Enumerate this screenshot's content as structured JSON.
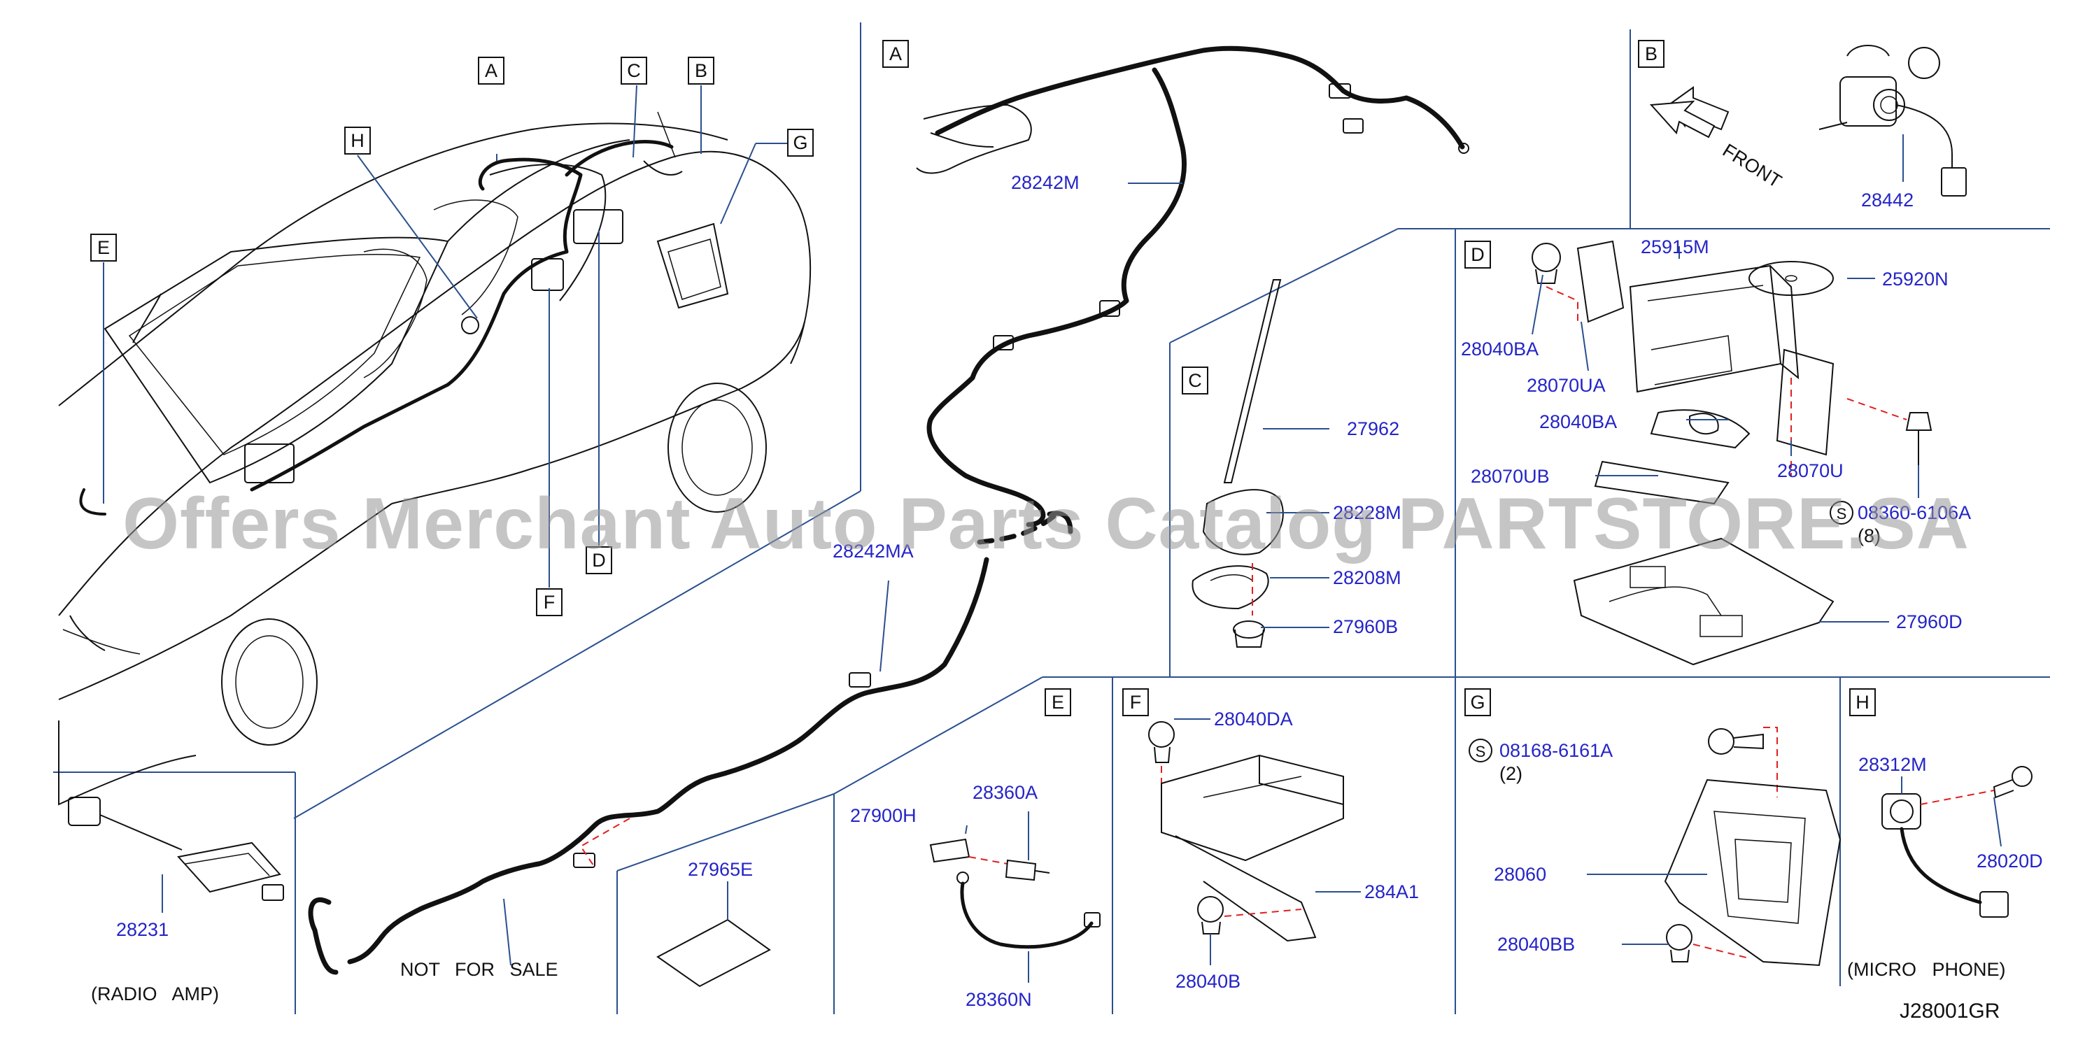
{
  "diagram_code": "J28001GR",
  "watermark": "Offers Merchant Auto Parts Catalog PARTSTORE.SA",
  "section_letters": {
    "A": "A",
    "B": "B",
    "C": "C",
    "D": "D",
    "E": "E",
    "F": "F",
    "G": "G",
    "H": "H"
  },
  "callout_letters": {
    "A": "A",
    "B": "B",
    "C": "C",
    "D": "D",
    "E": "E",
    "F": "F",
    "G": "G",
    "H": "H"
  },
  "section_A": {
    "part_1": "28242M",
    "part_2": "28242MA",
    "note": "NOT FOR SALE"
  },
  "section_B": {
    "part": "28442",
    "front_label": "FRONT"
  },
  "section_C": {
    "p1": "27962",
    "p2": "28228M",
    "p3": "28208M",
    "p4": "27960B"
  },
  "section_D": {
    "p1": "25915M",
    "p2": "25920N",
    "p3": "28040BA",
    "p4": "28070UA",
    "p5": "28040BA",
    "p6": "28070UB",
    "p7": "28070U",
    "p8": "08360-6106A",
    "p8_qty": "(8)",
    "p9": "27960D",
    "s_symbol": "S"
  },
  "section_E": {
    "p1": "27900H",
    "p2": "28360A",
    "p3": "28360N",
    "p4": "27965E"
  },
  "section_F": {
    "p1": "28040DA",
    "p2": "284A1",
    "p3": "28040B"
  },
  "section_G": {
    "p1": "08168-6161A",
    "p1_qty": "(2)",
    "p2": "28060",
    "p3": "28040BB",
    "s_symbol": "S"
  },
  "section_H": {
    "p1": "28312M",
    "p2": "28020D",
    "caption": "(MICRO   PHONE)"
  },
  "amp_panel": {
    "part": "28231",
    "caption": "(RADIO   AMP)"
  },
  "colors": {
    "part_number": "#2424c8",
    "divider": "#2a4f8f",
    "dash": "#e02020",
    "ink": "#111111"
  }
}
